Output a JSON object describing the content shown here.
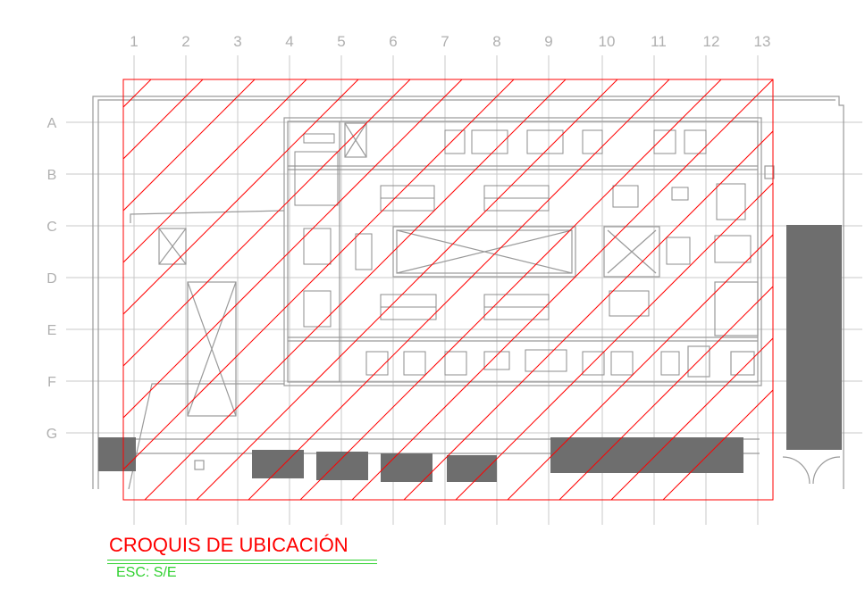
{
  "grid": {
    "columns": [
      "1",
      "2",
      "3",
      "4",
      "5",
      "6",
      "7",
      "8",
      "9",
      "10",
      "11",
      "12",
      "13"
    ],
    "rows": [
      "A",
      "B",
      "C",
      "D",
      "E",
      "F",
      "G"
    ]
  },
  "colors": {
    "grid": "#c8c8c8",
    "walls": "#9a9a9a",
    "furniture": "#8c8c8c",
    "highlight": "#ff0000",
    "scale_text": "#2fd12f"
  },
  "caption": {
    "title": "CROQUIS DE UBICACIÓN",
    "scale": "ESC: S/E"
  }
}
